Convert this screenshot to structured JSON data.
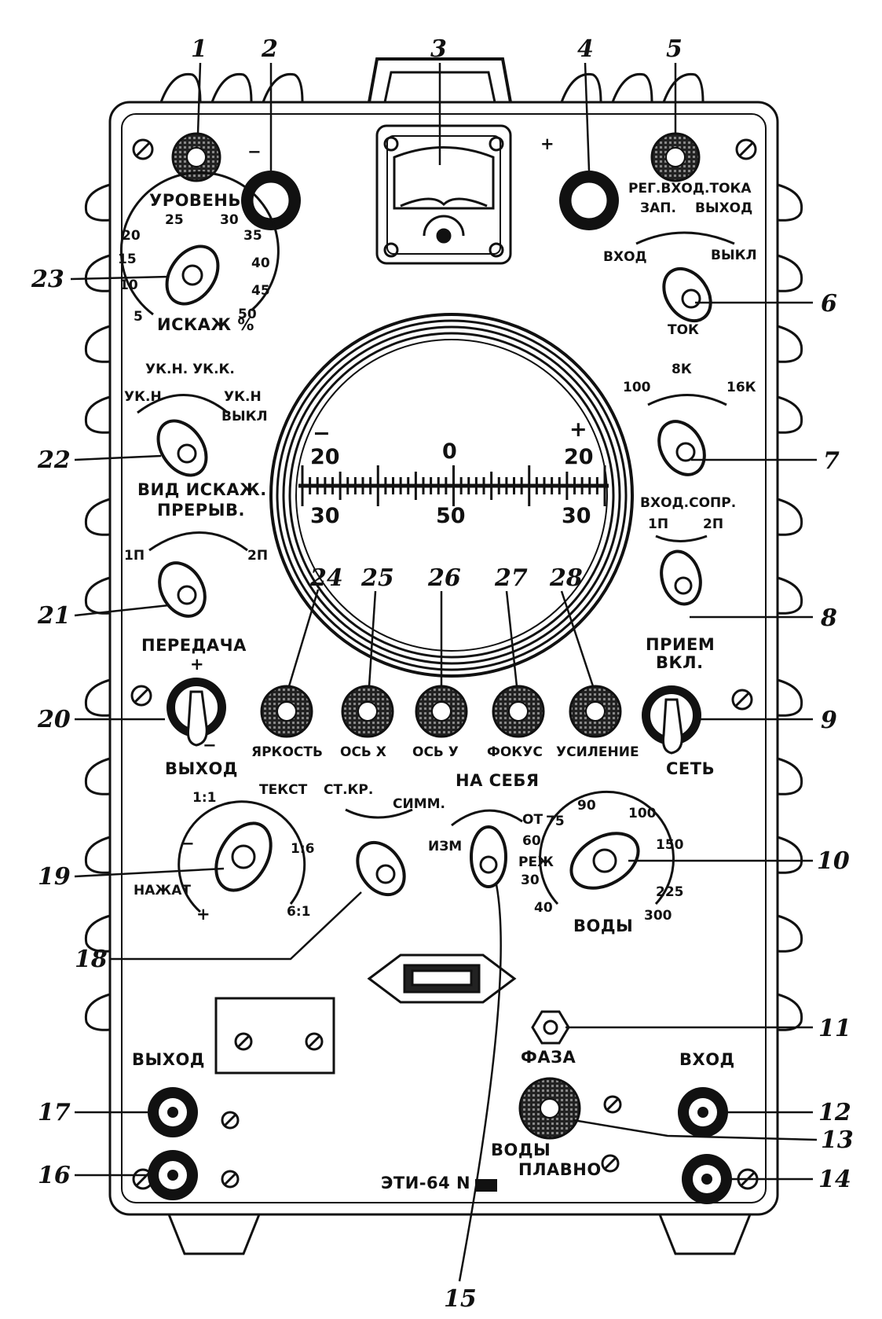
{
  "device": {
    "model": "ЭТИ-64 N",
    "signs": {
      "minus": "−",
      "plus": "+"
    }
  },
  "callouts": [
    "1",
    "2",
    "3",
    "4",
    "5",
    "6",
    "7",
    "8",
    "9",
    "10",
    "11",
    "12",
    "13",
    "14",
    "15",
    "16",
    "17",
    "18",
    "19",
    "20",
    "21",
    "22",
    "23",
    "24",
    "25",
    "26",
    "27",
    "28"
  ],
  "labels": {
    "uroven": "УРОВЕНЬ",
    "uroven_ticks": [
      "25",
      "30",
      "35",
      "20",
      "15",
      "40",
      "10",
      "45",
      "5",
      "50"
    ],
    "iskazh": "ИСКАЖ %",
    "reg_vkhod_toka": "РЕГ.ВХОД.ТОКА",
    "zap": "ЗАП.",
    "vykhod_sw5": "ВЫХОД",
    "vkhod_sw6": "ВХОД",
    "vykl": "ВЫКЛ",
    "tok": "ТОК",
    "tok_100": "100",
    "tok_8k": "8К",
    "tok_16k": "16К",
    "vkhod_sopr": "ВХОД.СОПР.",
    "vs_1p": "1П",
    "vs_2p": "2П",
    "priem": "ПРИЕМ",
    "vkl": "ВКЛ.",
    "set": "СЕТЬ",
    "uk_n_uk_k": "УК.Н. УК.К.",
    "uk_n_left": "УК.Н",
    "uk_n_right": "УК.Н",
    "vykl_22": "ВЫКЛ",
    "vid_iskazh": "ВИД ИСКАЖ.",
    "preryv": "ПРЕРЫВ.",
    "pr_1p": "1П",
    "pr_2p": "2П",
    "peredacha": "ПЕРЕДАЧА",
    "vykhod_20": "ВЫХОД",
    "yarkost": "ЯРКОСТЬ",
    "os_x": "ОСЬ Х",
    "os_y": "ОСЬ У",
    "fokus": "ФОКУС",
    "usilenie": "УСИЛЕНИЕ",
    "tekst": "ТЕКСТ",
    "r_1_1": "1:1",
    "r_1_6": "1:6",
    "r_6_1": "6:1",
    "nazhat": "НАЖАТ",
    "st_kr": "СТ.КР.",
    "simm": "СИММ.",
    "na_sebya": "НА СЕБЯ",
    "izm": "ИЗМ",
    "ot": "ОТ",
    "rezh": "РЕЖ",
    "vody": "ВОДЫ",
    "vody_ticks": [
      "90",
      "100",
      "150",
      "225",
      "300",
      "40",
      "30",
      "60",
      "75"
    ],
    "faza": "ФАЗА",
    "vkhod_12": "ВХОД",
    "vykhod_17": "ВЫХОД",
    "vody_plavno_1": "ВОДЫ",
    "vody_plavno_2": "ПЛАВНО"
  },
  "scale": {
    "top": [
      "20",
      "0",
      "20"
    ],
    "bottom": [
      "30",
      "50",
      "30"
    ],
    "top_signs": [
      "−",
      "+"
    ]
  }
}
